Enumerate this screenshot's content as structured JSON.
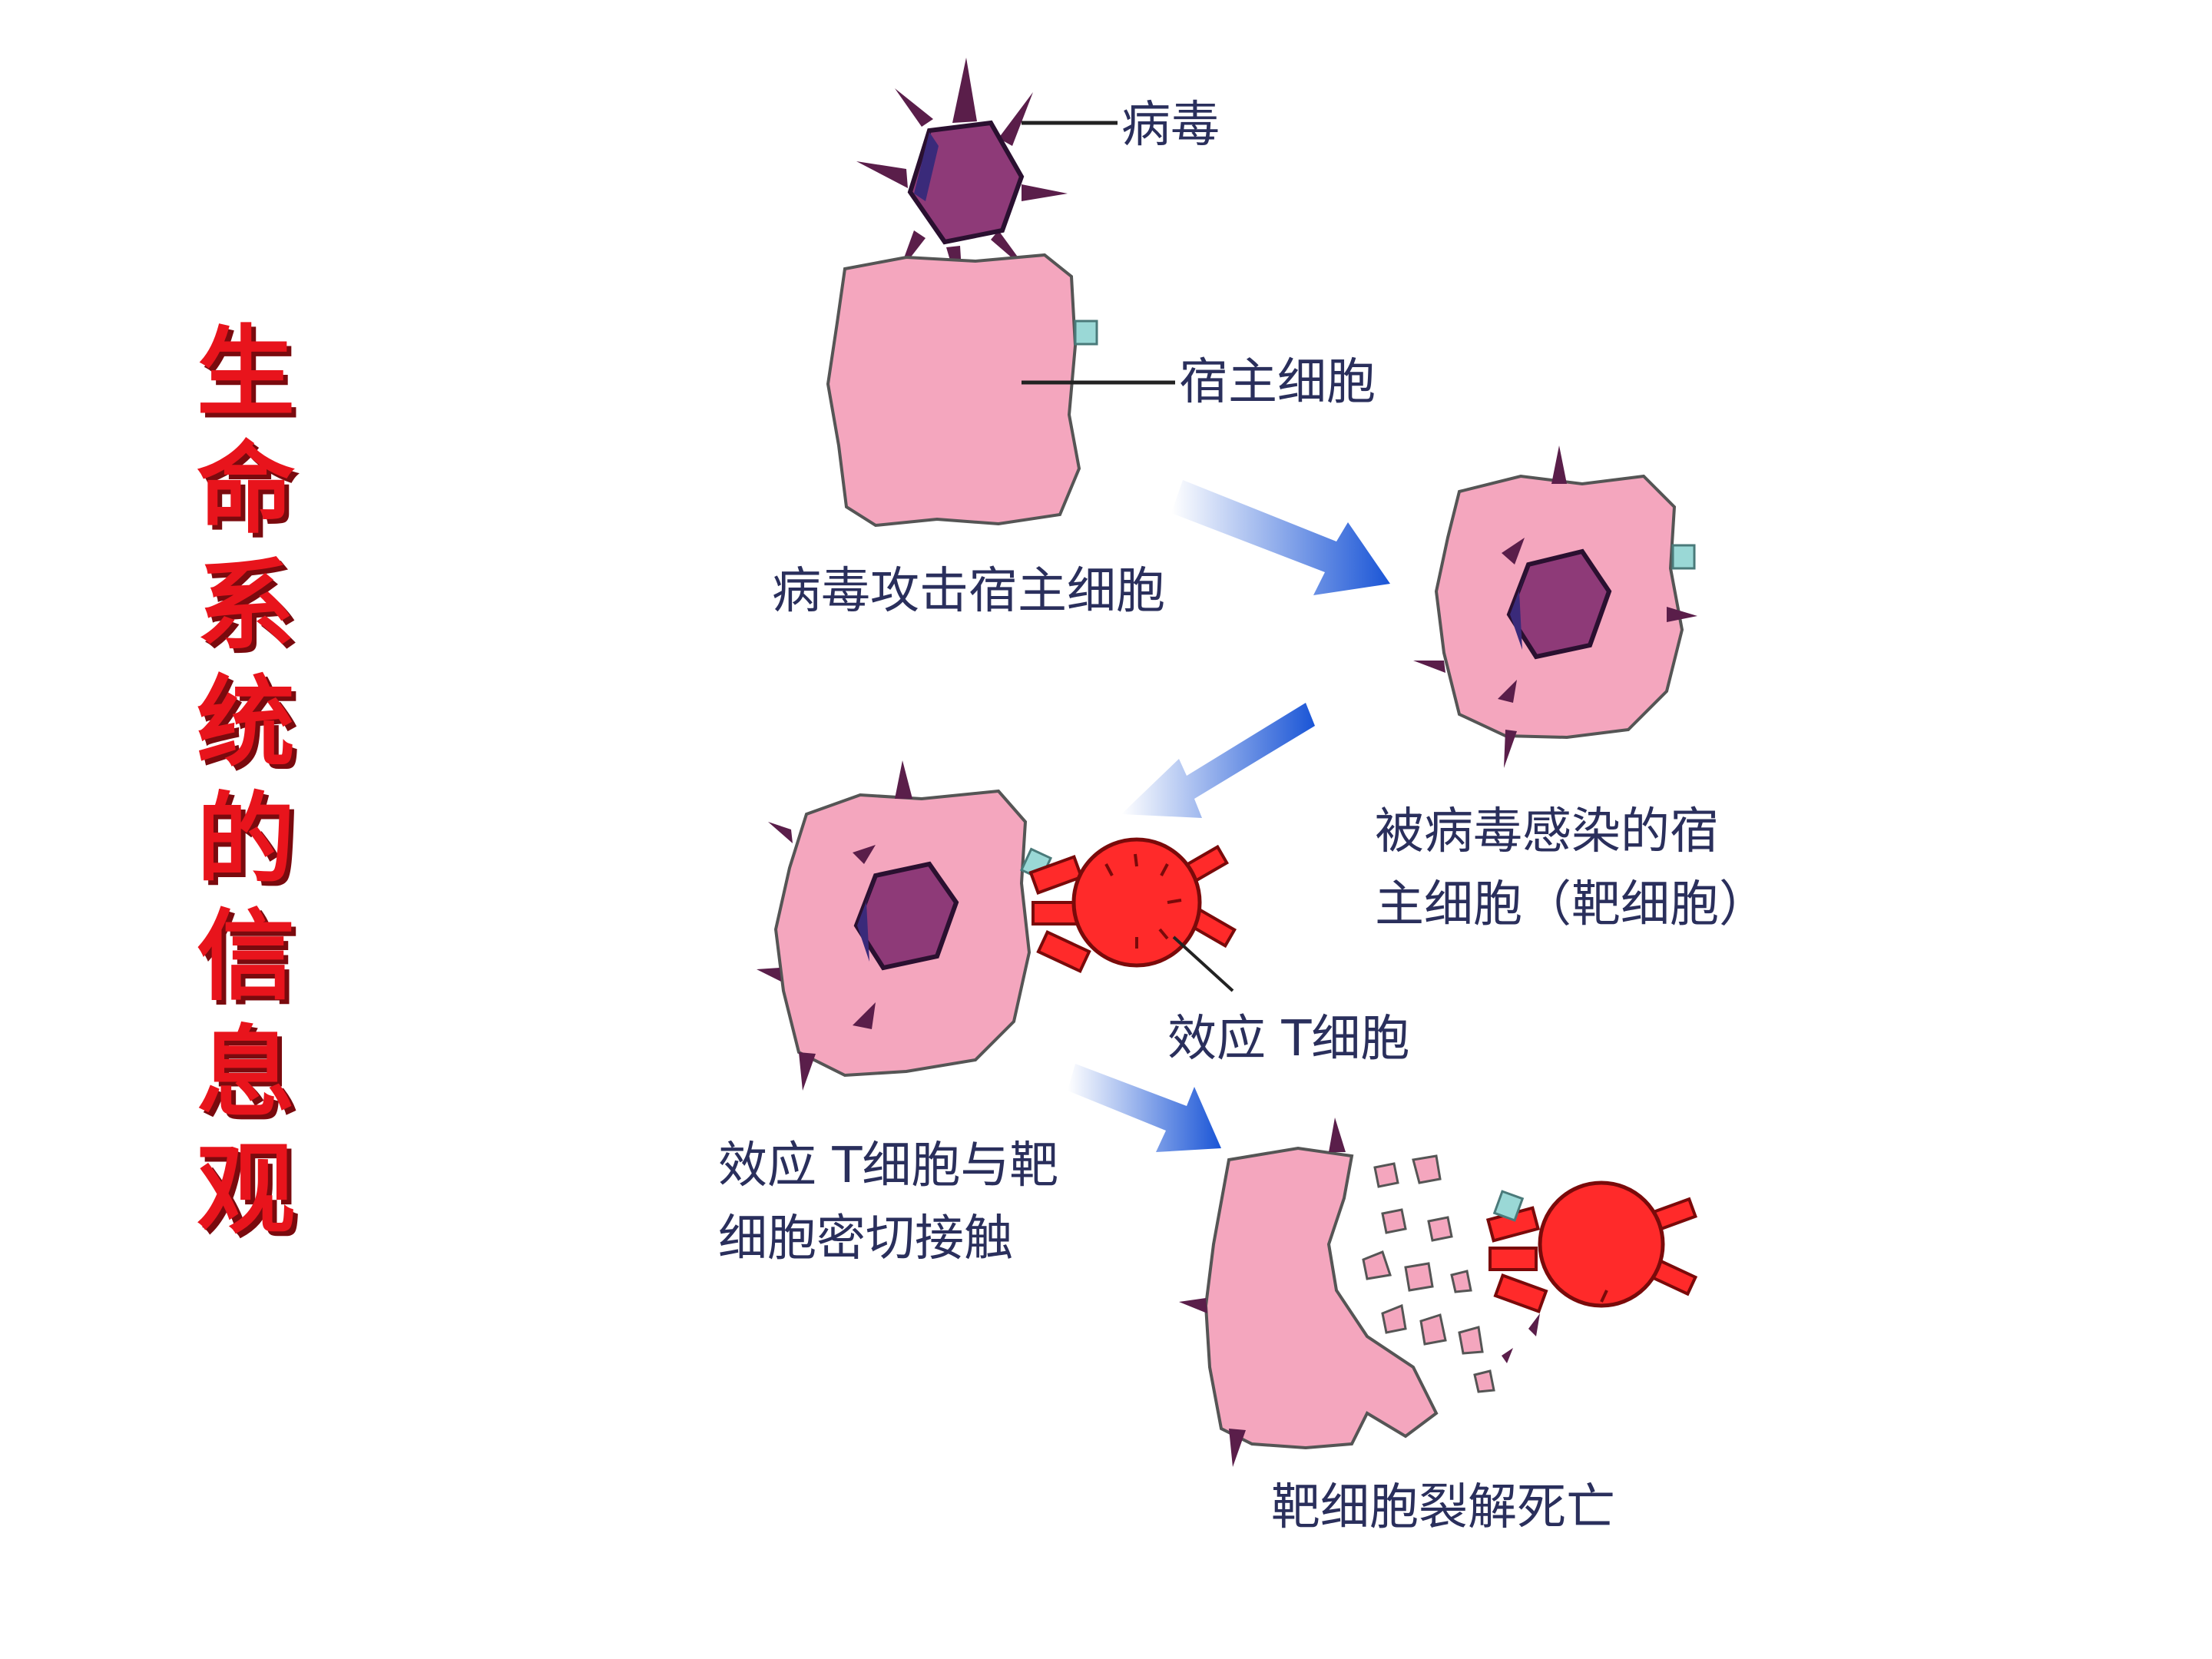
{
  "title": "生命系统的信息观",
  "labels": {
    "virus": "病毒",
    "host_cell": "宿主细胞",
    "virus_attacks": "病毒攻击宿主细胞",
    "infected_line1": "被病毒感染的宿",
    "infected_line2": "主细胞（靶细胞）",
    "effector_t": "效应 T细胞",
    "contact_line1": "效应 T细胞与靶",
    "contact_line2": "细胞密切接触",
    "lysis": "靶细胞裂解死亡"
  },
  "colors": {
    "title": "#e8141c",
    "cell_fill": "#f4a6be",
    "virus_fill": "#8e3a78",
    "t_cell_fill": "#ff2a2a",
    "arrow": "#1a55d6",
    "label_text": "#2a2f5c"
  }
}
